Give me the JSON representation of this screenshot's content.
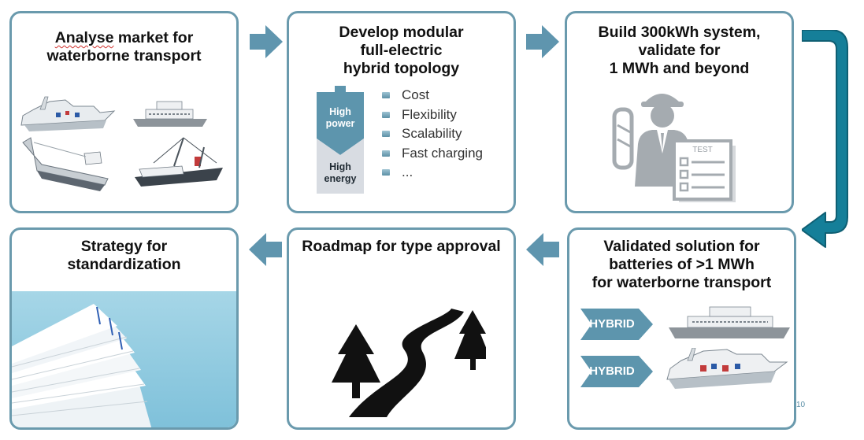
{
  "steps": [
    {
      "title_lines": [
        "Analyse market for",
        "waterborne transport"
      ],
      "title_first_word": "Analyse",
      "title_first_rest": " market for"
    },
    {
      "title_lines": [
        "Develop modular",
        "full-electric",
        "hybrid topology"
      ]
    },
    {
      "title_lines": [
        "Build 300kWh system,",
        "validate for",
        "1 MWh and beyond"
      ]
    },
    {
      "title_lines": [
        "Validated solution for",
        "batteries of >1 MWh",
        "for waterborne transport"
      ]
    },
    {
      "title_lines": [
        "Roadmap for type approval"
      ]
    },
    {
      "title_lines": [
        "Strategy for",
        "standardization"
      ]
    }
  ],
  "battery": {
    "top_label": [
      "High",
      "power"
    ],
    "bottom_label": [
      "High",
      "energy"
    ]
  },
  "criteria": [
    "Cost",
    "Flexibility",
    "Scalability",
    "Fast charging",
    "..."
  ],
  "test_sheet_label": "TEST",
  "hybrid_badges": [
    "HYBRID",
    "HYBRID"
  ],
  "page_number": "10",
  "colors": {
    "box_border": "#6a9aad",
    "arrow": "#5f95ae",
    "loop_arrow": "#157f99",
    "battery_power": "#5d95ad",
    "battery_energy": "#d8dce2"
  },
  "icons": [
    "ships-icon",
    "battery-icon",
    "engineer-icon",
    "road-icon",
    "tree-icon",
    "documents-icon"
  ]
}
